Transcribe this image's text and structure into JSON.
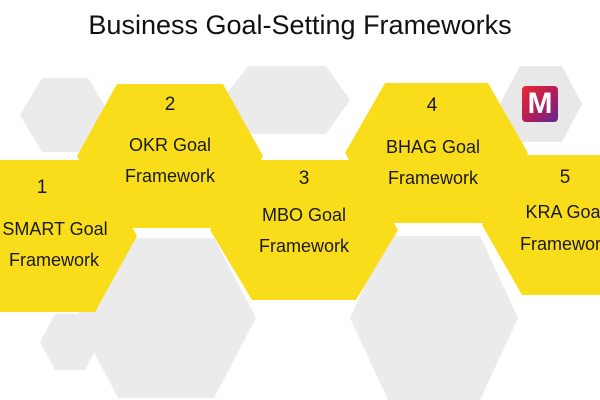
{
  "title": "Business Goal-Setting Frameworks",
  "colors": {
    "hex_fill_yellow": "#f9dd1a",
    "hex_fill_gray": "#ebebeb",
    "logo_gradient": [
      "#e9282f",
      "#9b1a6b",
      "#5b2a8e"
    ]
  },
  "logo": {
    "letter": "M",
    "icon": "brand-logo-icon"
  },
  "frameworks": [
    {
      "number": "1",
      "line1": "SMART Goal",
      "line2": "Framework"
    },
    {
      "number": "2",
      "line1": "OKR Goal",
      "line2": "Framework"
    },
    {
      "number": "3",
      "line1": "MBO Goal",
      "line2": "Framework"
    },
    {
      "number": "4",
      "line1": "BHAG Goal",
      "line2": "Framework"
    },
    {
      "number": "5",
      "line1": "KRA Goal",
      "line2": "Framework"
    }
  ]
}
